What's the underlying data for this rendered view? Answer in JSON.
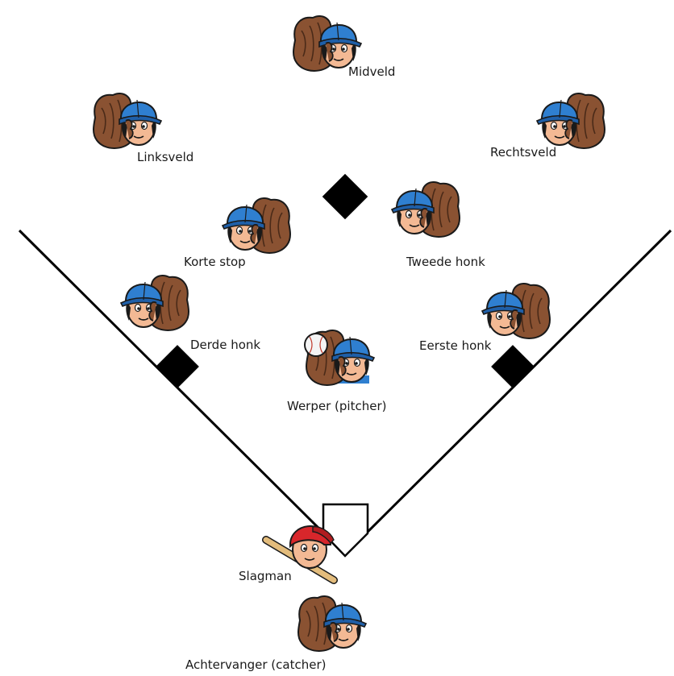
{
  "positions": {
    "center_field": "Midveld",
    "left_field": "Linksveld",
    "right_field": "Rechtsveld",
    "shortstop": "Korte stop",
    "second_base": "Tweede honk",
    "third_base": "Derde honk",
    "first_base": "Eerste honk",
    "pitcher": "Werper (pitcher)",
    "batter": "Slagman",
    "catcher": "Achtervanger (catcher)"
  },
  "colors": {
    "fielder_cap": "#2f7fd0",
    "batter_helmet": "#d8262b",
    "glove": "#8a5232",
    "skin": "#f3b994",
    "bat": "#e3bc7c",
    "base": "#000000",
    "line": "#000000"
  }
}
